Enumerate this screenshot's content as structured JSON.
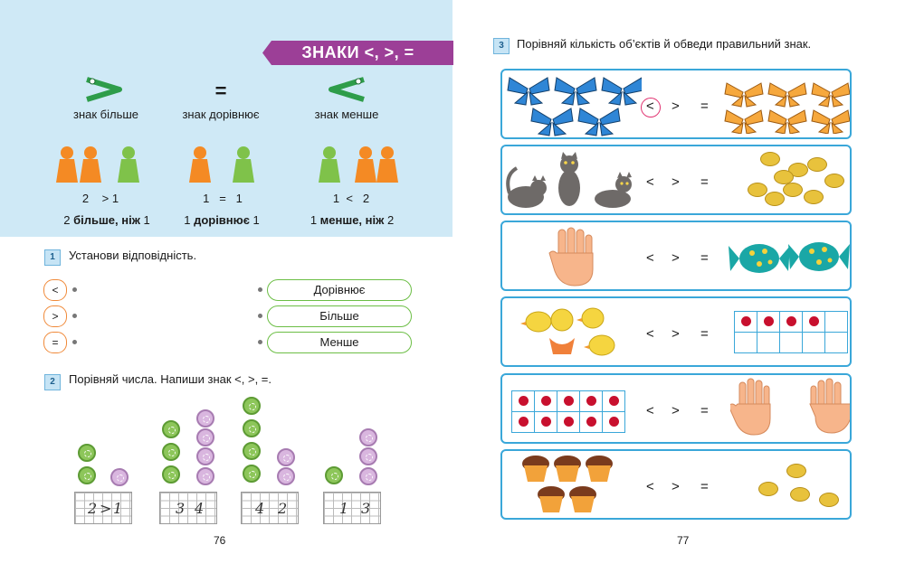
{
  "left_page": {
    "banner_title": "ЗНАКИ <, >, =",
    "signs": [
      {
        "glyph": ">",
        "caption": "знак більше"
      },
      {
        "glyph": "=",
        "caption": "знак дорівнює"
      },
      {
        "glyph": "<",
        "caption": "знак менше"
      }
    ],
    "comparisons": [
      {
        "left": "2",
        "op": ">",
        "right": "1",
        "text_pre": "2 ",
        "text_bold": "більше, ніж",
        "text_post": " 1"
      },
      {
        "left": "1",
        "op": "=",
        "right": "1",
        "text_pre": "1 ",
        "text_bold": "дорівнює",
        "text_post": " 1"
      },
      {
        "left": "1",
        "op": "<",
        "right": "2",
        "text_pre": "1 ",
        "text_bold": "менше, ніж",
        "text_post": " 2"
      }
    ],
    "task1": {
      "number": "1",
      "text": "Установи відповідність.",
      "signs": [
        "<",
        ">",
        "="
      ],
      "words": [
        "Дорівнює",
        "Більше",
        "Менше"
      ]
    },
    "task2": {
      "number": "2",
      "text": "Порівняй числа. Напиши знак <, >, =.",
      "answers": [
        {
          "left": "2",
          "op": ">",
          "right": "1"
        },
        {
          "left": "3",
          "op": "",
          "right": "4"
        },
        {
          "left": "4",
          "op": "",
          "right": "2"
        },
        {
          "left": "1",
          "op": "",
          "right": "3"
        }
      ]
    },
    "page_number": "76"
  },
  "right_page": {
    "task3": {
      "number": "3",
      "text": "Порівняй кількість об’єктів й обведи правильний знак."
    },
    "relation_signs": [
      "<",
      ">",
      "="
    ],
    "page_number": "77"
  },
  "colors": {
    "panel_bg": "#cfe9f6",
    "banner_purple": "#9c3f97",
    "card_border": "#3aa7d9",
    "sign_orange": "#f08a3a",
    "word_green": "#6cbe45"
  }
}
